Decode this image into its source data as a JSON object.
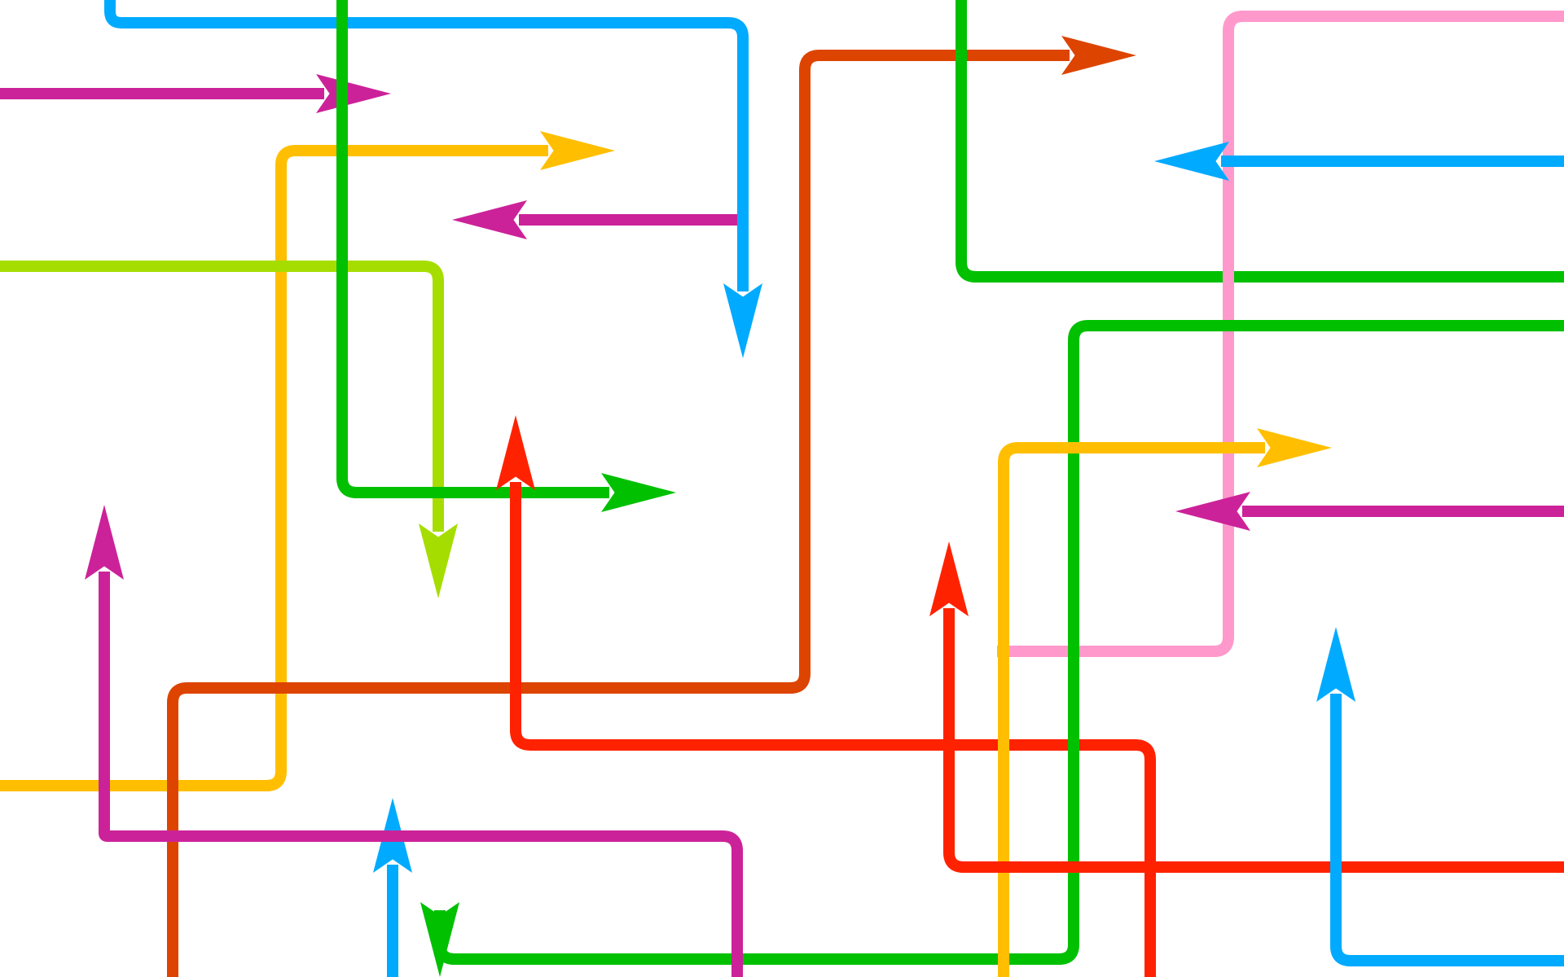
{
  "palette": {
    "sky-blue": "#00aaff",
    "magenta": "#cc2299",
    "yellow-orange": "#ffbf00",
    "lime": "#a6dd00",
    "green": "#00c000",
    "burnt-orange": "#dd4400",
    "red": "#ff2200",
    "pink": "#ff99cc",
    "background": "#ffffff"
  },
  "arrows": [
    {
      "id": "blue-top-down",
      "color": "sky-blue",
      "head": "end"
    },
    {
      "id": "magenta-top-right",
      "color": "magenta",
      "head": "end"
    },
    {
      "id": "yellow-upper-right",
      "color": "yellow-orange",
      "head": "end"
    },
    {
      "id": "magenta-short-left",
      "color": "magenta",
      "head": "end"
    },
    {
      "id": "lime-down",
      "color": "lime",
      "head": "end"
    },
    {
      "id": "green-left-loop",
      "color": "green",
      "head": "end"
    },
    {
      "id": "orange-long-zigzag",
      "color": "burnt-orange",
      "head": "end"
    },
    {
      "id": "red-center-up",
      "color": "red",
      "head": "end"
    },
    {
      "id": "magenta-left-up",
      "color": "magenta",
      "head": "end"
    },
    {
      "id": "blue-bottom-up",
      "color": "sky-blue",
      "head": "end"
    },
    {
      "id": "green-top-right-turn",
      "color": "green",
      "head": "none"
    },
    {
      "id": "pink-right-box",
      "color": "pink",
      "head": "none"
    },
    {
      "id": "blue-right-left",
      "color": "sky-blue",
      "head": "end"
    },
    {
      "id": "green-right-up",
      "color": "green",
      "head": "end"
    },
    {
      "id": "yellow-right",
      "color": "yellow-orange",
      "head": "end"
    },
    {
      "id": "magenta-right-left",
      "color": "magenta",
      "head": "end"
    },
    {
      "id": "red-right-up",
      "color": "red",
      "head": "end"
    },
    {
      "id": "blue-right-up",
      "color": "sky-blue",
      "head": "end"
    },
    {
      "id": "magenta-bottom-box",
      "color": "magenta",
      "head": "none"
    }
  ]
}
